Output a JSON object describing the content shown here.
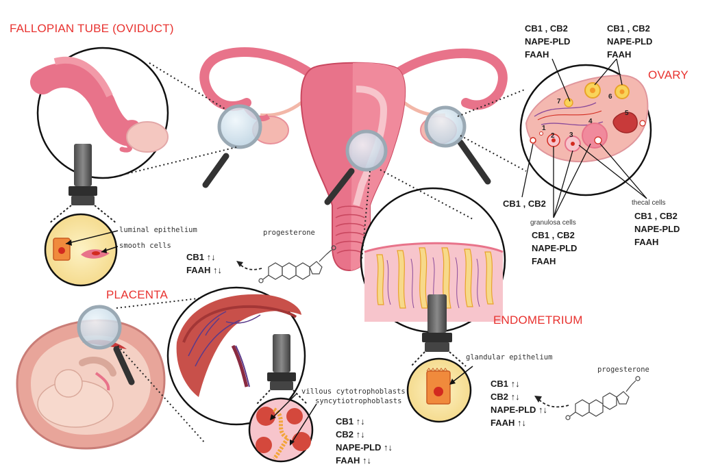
{
  "titles": {
    "fallopian": "FALLOPIAN TUBE (OVIDUCT)",
    "ovary": "OVARY",
    "placenta": "PLACENTA",
    "endometrium": "ENDOMETRIUM"
  },
  "fallopian": {
    "label1": "luminal epithelium",
    "label2": "smooth cells",
    "hormone": "progesterone",
    "effects": [
      "CB1 ↑↓",
      "FAAH ↑↓"
    ]
  },
  "ovary": {
    "followicle_numbers": [
      "1",
      "2",
      "3",
      "4",
      "5",
      "6",
      "7"
    ],
    "top_left": [
      "CB1 , CB2",
      "NAPE-PLD",
      "FAAH"
    ],
    "top_right": [
      "CB1 , CB2",
      "NAPE-PLD",
      "FAAH"
    ],
    "left_receptors": "CB1 , CB2",
    "granulosa_label": "granulosa cells",
    "granulosa": [
      "CB1 , CB2",
      "NAPE-PLD",
      "FAAH"
    ],
    "thecal_label": "thecal cells",
    "thecal": [
      "CB1 , CB2",
      "NAPE-PLD",
      "FAAH"
    ]
  },
  "placenta": {
    "label1": "villous cytotrophoblasts",
    "label2": "syncytiotrophoblasts",
    "effects": [
      "CB1 ↑↓",
      "CB2 ↑↓",
      "NAPE-PLD ↑↓",
      "FAAH ↑↓"
    ]
  },
  "endometrium": {
    "label": "glandular epithelium",
    "hormone": "progesterone",
    "effects": [
      "CB1 ↑↓",
      "CB2 ↑↓",
      "NAPE-PLD ↑↓",
      "FAAH ↑↓"
    ]
  },
  "colors": {
    "title_red": "#e8322f",
    "uterus_pink": "#e8738a",
    "uterus_dark": "#c9475f",
    "cell_yellow": "#fbe9a8",
    "cell_orange": "#f08a3c",
    "magnifier_glass": "#cfe3f0",
    "microscope_gray": "#6e6e6e"
  }
}
